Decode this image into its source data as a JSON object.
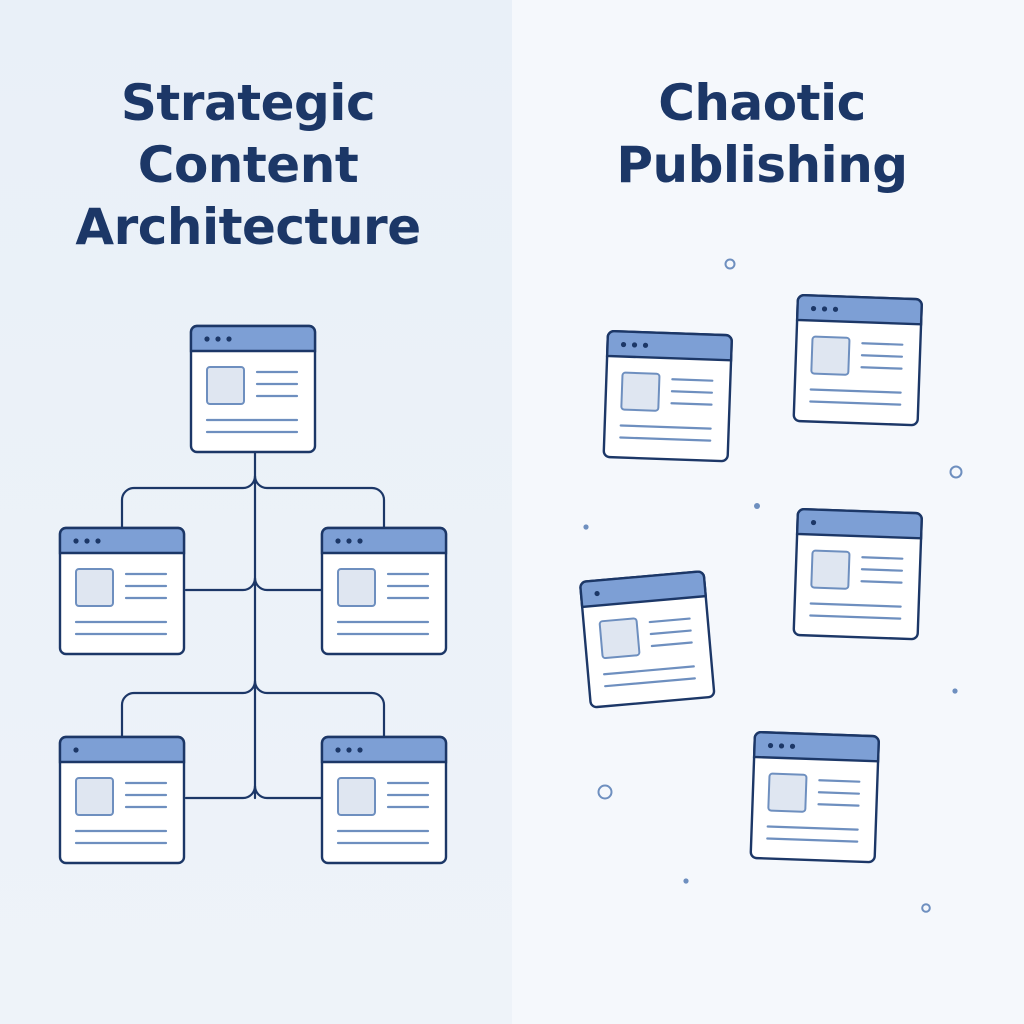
{
  "left_panel": {
    "title_lines": [
      "Strategic",
      "Content",
      "Architecture"
    ]
  },
  "right_panel": {
    "title_lines": [
      "Chaotic",
      "Publishing"
    ]
  },
  "colors": {
    "navy": "#1c3767",
    "header_blue": "#7d9fd5",
    "thumb_fill": "#dfe6f1",
    "line_blue": "#6e8fbf",
    "card_fill": "#ffffff",
    "left_bg": "#eaf1f8",
    "right_bg": "#f5f8fc"
  },
  "icons": {
    "page_card": "browser-window-icon",
    "thumbnail": "image-placeholder-icon",
    "scatter_dot": "circle-dot-icon"
  }
}
